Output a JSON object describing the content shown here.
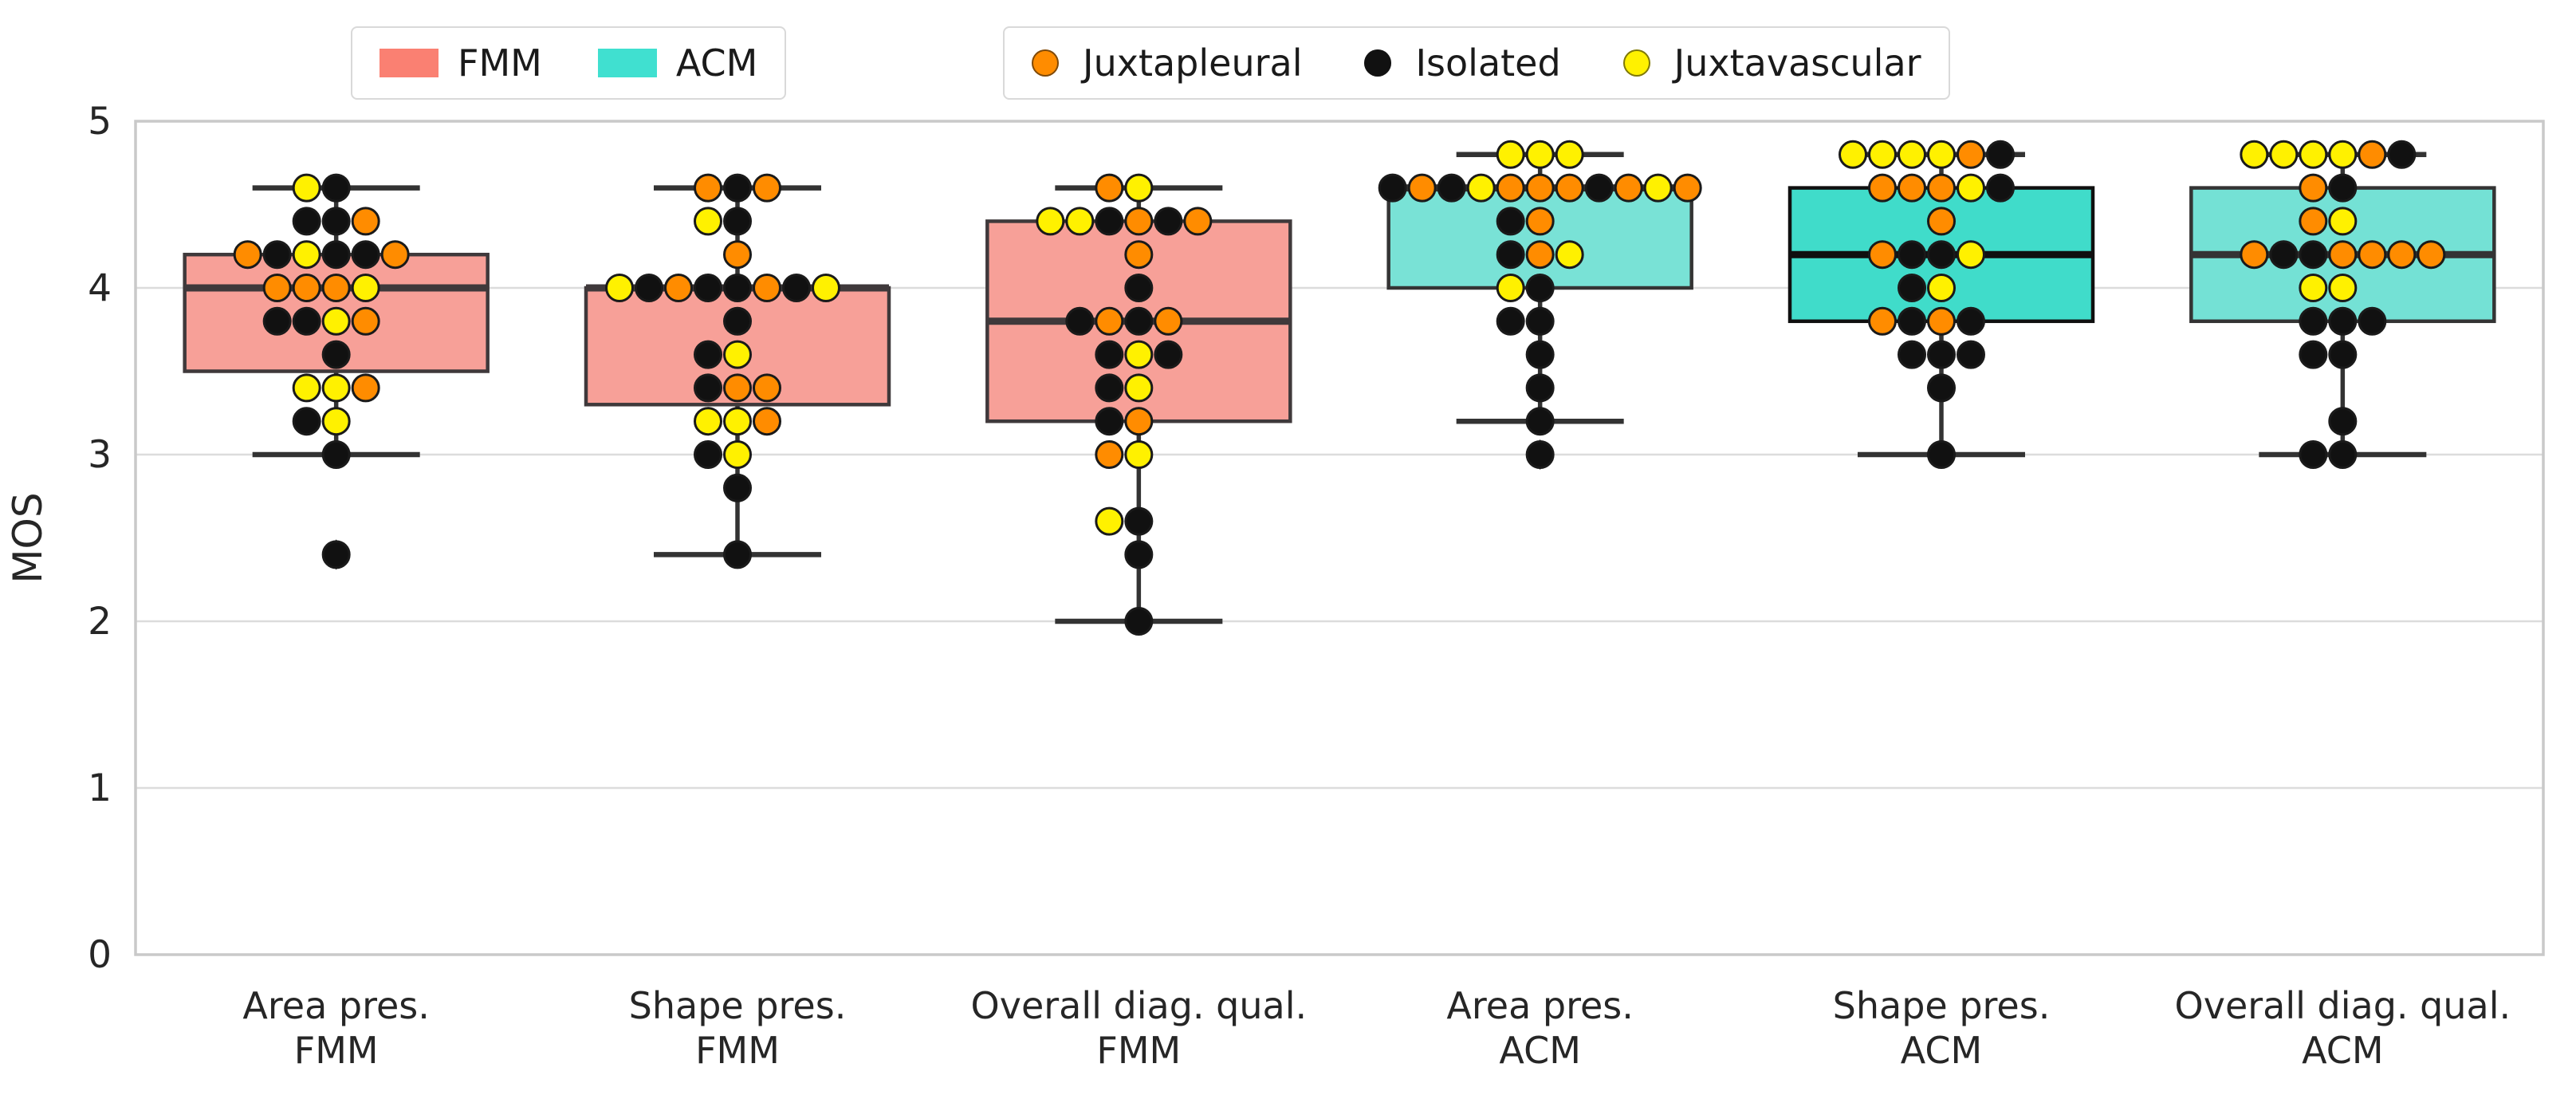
{
  "figure": {
    "background": "#ffffff",
    "grid_color": "#dcdcdc",
    "spine_color": "#c9c9c9",
    "text_color": "#262626"
  },
  "legend_models": {
    "items": [
      {
        "label": "FMM",
        "color": "#FA8072"
      },
      {
        "label": "ACM",
        "color": "#40E0D0"
      }
    ]
  },
  "legend_types": {
    "items": [
      {
        "label": "Juxtapleural",
        "color": "#FF8C00"
      },
      {
        "label": "Isolated",
        "color": "#111111"
      },
      {
        "label": "Juxtavascular",
        "color": "#FFF100"
      }
    ]
  },
  "chart_data": {
    "type": "boxplot-swarm",
    "ylabel": "MOS",
    "ylim": [
      0,
      5
    ],
    "yticks": [
      "0",
      "1",
      "2",
      "3",
      "4",
      "5"
    ],
    "grid": true,
    "legend_position": "top",
    "point_code_legend": {
      "O": "Juxtapleural",
      "K": "Isolated",
      "Y": "Juxtavascular"
    },
    "point_colors": {
      "O": "#FF8C00",
      "K": "#111111",
      "Y": "#FFF100"
    },
    "marker_edge_color": "#1a1a1a",
    "whisker_color": "#333333",
    "categories": [
      {
        "line1": "Area pres.",
        "line2": "FMM"
      },
      {
        "line1": "Shape pres.",
        "line2": "FMM"
      },
      {
        "line1": "Overall diag. qual.",
        "line2": "FMM"
      },
      {
        "line1": "Area pres.",
        "line2": "ACM"
      },
      {
        "line1": "Shape pres.",
        "line2": "ACM"
      },
      {
        "line1": "Overall diag. qual.",
        "line2": "ACM"
      }
    ],
    "boxes": [
      {
        "category": "Area pres. FMM",
        "model": "FMM",
        "fill": "#F7A098",
        "edge": "#3F393B",
        "whisker_low": 3.0,
        "q1": 3.5,
        "median": 4.0,
        "q3": 4.2,
        "whisker_high": 4.6,
        "outliers": [
          2.4
        ],
        "rows": [
          {
            "v": 4.6,
            "pts": "YK"
          },
          {
            "v": 4.4,
            "pts": "KKO"
          },
          {
            "v": 4.2,
            "pts": "OKYKKO"
          },
          {
            "v": 4.0,
            "pts": "OOOY"
          },
          {
            "v": 3.8,
            "pts": "KKYO"
          },
          {
            "v": 3.6,
            "pts": "K"
          },
          {
            "v": 3.4,
            "pts": "YYO"
          },
          {
            "v": 3.2,
            "pts": "KY"
          },
          {
            "v": 3.0,
            "pts": "K"
          },
          {
            "v": 2.4,
            "pts": "K"
          }
        ]
      },
      {
        "category": "Shape pres. FMM",
        "model": "FMM",
        "fill": "#F7A098",
        "edge": "#3F393B",
        "whisker_low": 2.4,
        "q1": 3.3,
        "median": 4.0,
        "q3": 4.0,
        "whisker_high": 4.6,
        "outliers": [],
        "rows": [
          {
            "v": 4.6,
            "pts": "OKO"
          },
          {
            "v": 4.4,
            "pts": "YK"
          },
          {
            "v": 4.2,
            "pts": "O"
          },
          {
            "v": 4.0,
            "pts": "YKOKKOKY"
          },
          {
            "v": 3.8,
            "pts": "K"
          },
          {
            "v": 3.6,
            "pts": "KY"
          },
          {
            "v": 3.4,
            "pts": "KOO"
          },
          {
            "v": 3.2,
            "pts": "YYO"
          },
          {
            "v": 3.0,
            "pts": "KY"
          },
          {
            "v": 2.8,
            "pts": "K"
          },
          {
            "v": 2.4,
            "pts": "K"
          }
        ]
      },
      {
        "category": "Overall diag. qual. FMM",
        "model": "FMM",
        "fill": "#F7A098",
        "edge": "#3F393B",
        "whisker_low": 2.0,
        "q1": 3.2,
        "median": 3.8,
        "q3": 4.4,
        "whisker_high": 4.6,
        "outliers": [],
        "rows": [
          {
            "v": 4.6,
            "pts": "OY"
          },
          {
            "v": 4.4,
            "pts": "YYKOKO"
          },
          {
            "v": 4.2,
            "pts": "O"
          },
          {
            "v": 4.0,
            "pts": "K"
          },
          {
            "v": 3.8,
            "pts": "KOKO"
          },
          {
            "v": 3.6,
            "pts": "KYK"
          },
          {
            "v": 3.4,
            "pts": "KY"
          },
          {
            "v": 3.2,
            "pts": "KO"
          },
          {
            "v": 3.0,
            "pts": "OY"
          },
          {
            "v": 2.6,
            "pts": "YK"
          },
          {
            "v": 2.4,
            "pts": "K"
          },
          {
            "v": 2.0,
            "pts": "K"
          }
        ]
      },
      {
        "category": "Area pres. ACM",
        "model": "ACM",
        "fill": "#79E2D6",
        "edge": "#343434",
        "whisker_low": 3.2,
        "q1": 4.0,
        "median": 4.6,
        "q3": 4.6,
        "whisker_high": 4.8,
        "outliers": [
          3.0
        ],
        "rows": [
          {
            "v": 4.8,
            "pts": "YYY"
          },
          {
            "v": 4.6,
            "pts": "KOKYOOOKOYO"
          },
          {
            "v": 4.4,
            "pts": "KO"
          },
          {
            "v": 4.2,
            "pts": "KOY"
          },
          {
            "v": 4.0,
            "pts": "YK"
          },
          {
            "v": 3.8,
            "pts": "KK"
          },
          {
            "v": 3.6,
            "pts": "K"
          },
          {
            "v": 3.4,
            "pts": "K"
          },
          {
            "v": 3.2,
            "pts": "K"
          },
          {
            "v": 3.0,
            "pts": "K"
          }
        ]
      },
      {
        "category": "Shape pres. ACM",
        "model": "ACM",
        "fill": "#40DCCA",
        "edge": "#101010",
        "whisker_low": 3.0,
        "q1": 3.8,
        "median": 4.2,
        "q3": 4.6,
        "whisker_high": 4.8,
        "outliers": [],
        "rows": [
          {
            "v": 4.8,
            "pts": "YYYYOK"
          },
          {
            "v": 4.6,
            "pts": "OOOYK"
          },
          {
            "v": 4.4,
            "pts": "O"
          },
          {
            "v": 4.2,
            "pts": "OKKY"
          },
          {
            "v": 4.0,
            "pts": "KY"
          },
          {
            "v": 3.8,
            "pts": "OKOK"
          },
          {
            "v": 3.6,
            "pts": "KKK"
          },
          {
            "v": 3.4,
            "pts": "K"
          },
          {
            "v": 3.0,
            "pts": "K"
          }
        ]
      },
      {
        "category": "Overall diag. qual. ACM",
        "model": "ACM",
        "fill": "#74E1D5",
        "edge": "#343434",
        "whisker_low": 3.0,
        "q1": 3.8,
        "median": 4.2,
        "q3": 4.6,
        "whisker_high": 4.8,
        "outliers": [],
        "rows": [
          {
            "v": 4.8,
            "pts": "YYYYOK"
          },
          {
            "v": 4.6,
            "pts": "OK"
          },
          {
            "v": 4.4,
            "pts": "OY"
          },
          {
            "v": 4.2,
            "pts": "OKKOOOO"
          },
          {
            "v": 4.0,
            "pts": "YY"
          },
          {
            "v": 3.8,
            "pts": "KKK"
          },
          {
            "v": 3.6,
            "pts": "KK"
          },
          {
            "v": 3.2,
            "pts": "K"
          },
          {
            "v": 3.0,
            "pts": "KK"
          }
        ]
      }
    ]
  }
}
